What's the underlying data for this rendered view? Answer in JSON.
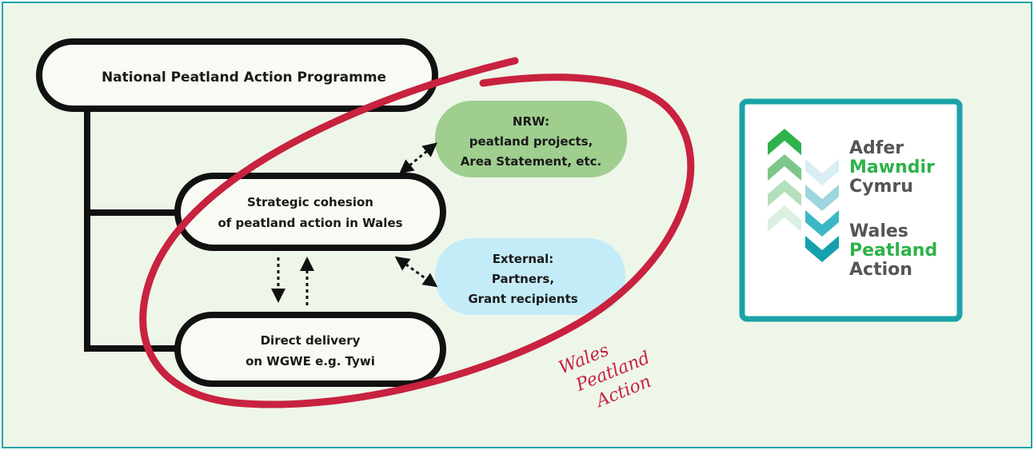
{
  "diagram": {
    "top_box": "National Peatland Action Programme",
    "strategic_line1": "Strategic cohesion",
    "strategic_line2": "of peatland action in Wales",
    "delivery_line1": "Direct delivery",
    "delivery_line2": "on WGWE e.g. Tywi",
    "nrw_line1": "NRW:",
    "nrw_line2": "peatland projects,",
    "nrw_line3": "Area Statement, etc.",
    "external_line1": "External:",
    "external_line2": "Partners,",
    "external_line3": "Grant recipients",
    "script_line1": "Wales",
    "script_line2": "Peatland",
    "script_line3": "Action"
  },
  "logo": {
    "line1": "Adfer",
    "line2": "Mawndir",
    "line3": "Cymru",
    "line4": "Wales",
    "line5": "Peatland",
    "line6": "Action"
  },
  "colors": {
    "border": "#1aa3a8",
    "background": "#eef6ea",
    "nrw_fill": "#9fce8f",
    "external_fill": "#c4ecf8",
    "swoosh": "#c8223f",
    "logo_grey": "#555555",
    "logo_green": "#2eb24a"
  }
}
